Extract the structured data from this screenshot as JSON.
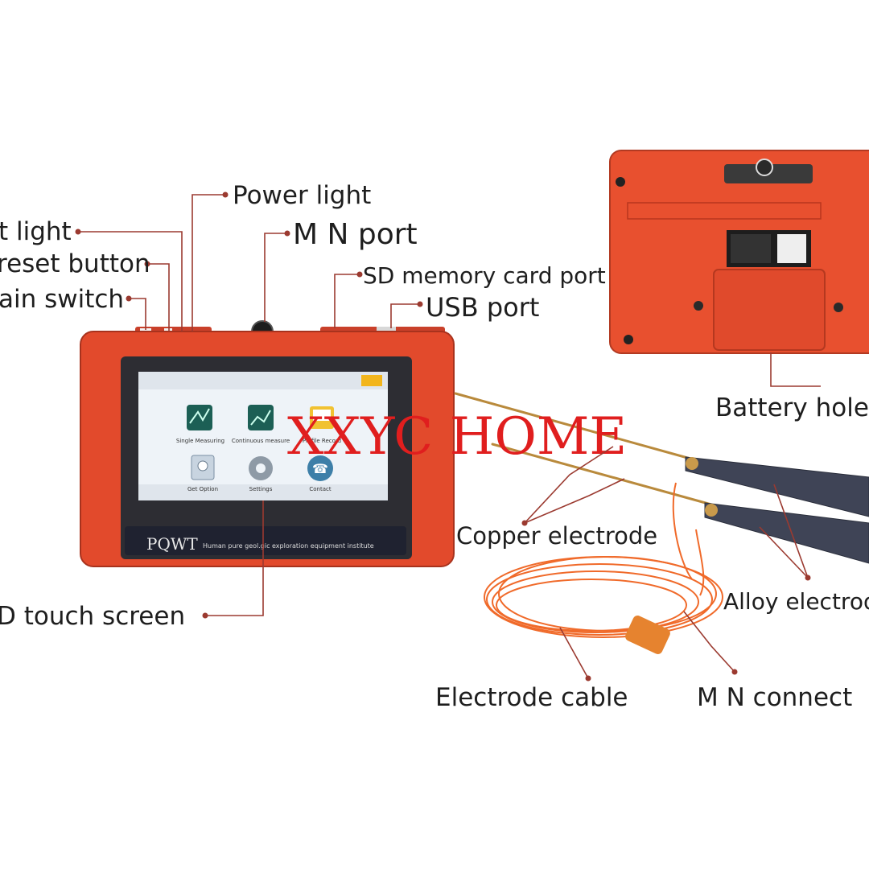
{
  "labels": {
    "power_light": "Power light",
    "mn_port": "M N port",
    "light": "t light",
    "reset_button": "reset button",
    "main_switch": "ain switch",
    "sd_card_port": "SD memory card port",
    "usb_port": "USB port",
    "battery_hole": "Battery hole",
    "copper_electrode": "Copper electrode",
    "alloy_electrode": "Alloy electrode",
    "electrode_cable": "Electrode cable",
    "mn_connector": "M N connect",
    "touch_screen": "D touch screen"
  },
  "device": {
    "brand": "PQWT",
    "subtitle": "Human pure geol.gic exploration equipment institute",
    "watermark": "XXYC HOME",
    "apps": [
      {
        "name": "Single Measuring",
        "icon": "profile-chart-icon"
      },
      {
        "name": "Continuous measure",
        "icon": "curve-chart-icon"
      },
      {
        "name": "Profile Record",
        "icon": "folder-icon"
      },
      {
        "name": "Get Option",
        "icon": "clock-icon"
      },
      {
        "name": "Settings",
        "icon": "gear-icon"
      },
      {
        "name": "Contact",
        "icon": "phone-icon"
      }
    ]
  },
  "colors": {
    "device_body": "#e24a2c",
    "leader_line": "#9b3a30",
    "watermark": "#e01e1e",
    "cable": "#f06a2a"
  }
}
